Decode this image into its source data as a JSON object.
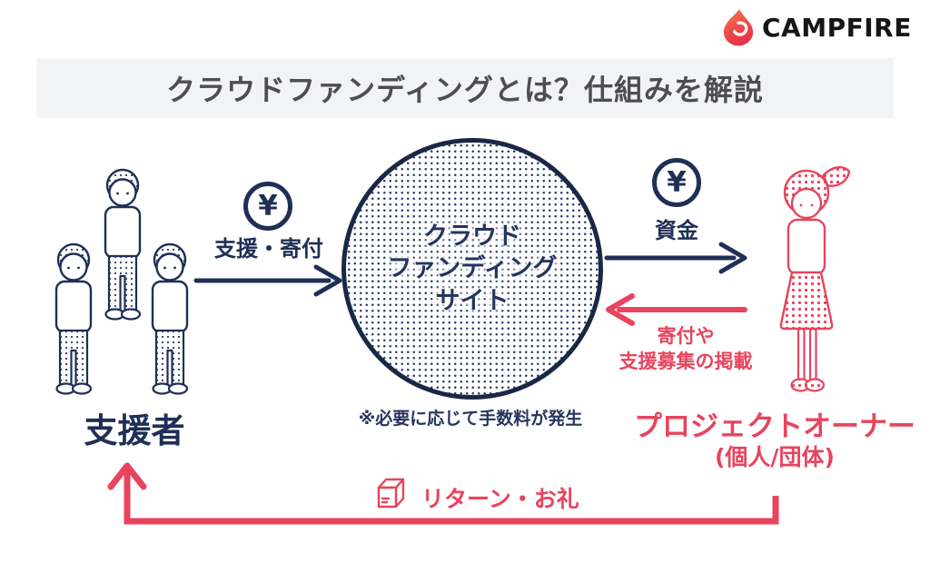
{
  "brand": {
    "name": "CAMPFIRE"
  },
  "banner": {
    "title": "クラウドファンディングとは？仕組みを解説"
  },
  "platform": {
    "name_line1": "クラウド",
    "name_line2": "ファンディング",
    "name_line3": "サイト",
    "fee_note": "※必要に応じて手数料が発生"
  },
  "supporters": {
    "label": "支援者"
  },
  "owner": {
    "label": "プロジェクトオーナー",
    "sublabel": "(個人/団体)"
  },
  "flows": {
    "support": {
      "label": "支援・寄付",
      "coin_symbol": "¥"
    },
    "funds": {
      "label": "資金",
      "coin_symbol": "¥"
    },
    "listing": {
      "line1": "寄付や",
      "line2": "支援募集の掲載"
    },
    "returns": {
      "label": "リターン・お礼"
    }
  },
  "colors": {
    "navy": "#1F2F55",
    "navy_dark": "#1A2846",
    "navy_dots": "#2E436F",
    "pink": "#E8445E",
    "banner_bg": "#F2F3F5",
    "title_text": "#4D4D52",
    "brand_text": "#161616",
    "flame_top": "#F4794E",
    "flame_bottom": "#E73247"
  }
}
